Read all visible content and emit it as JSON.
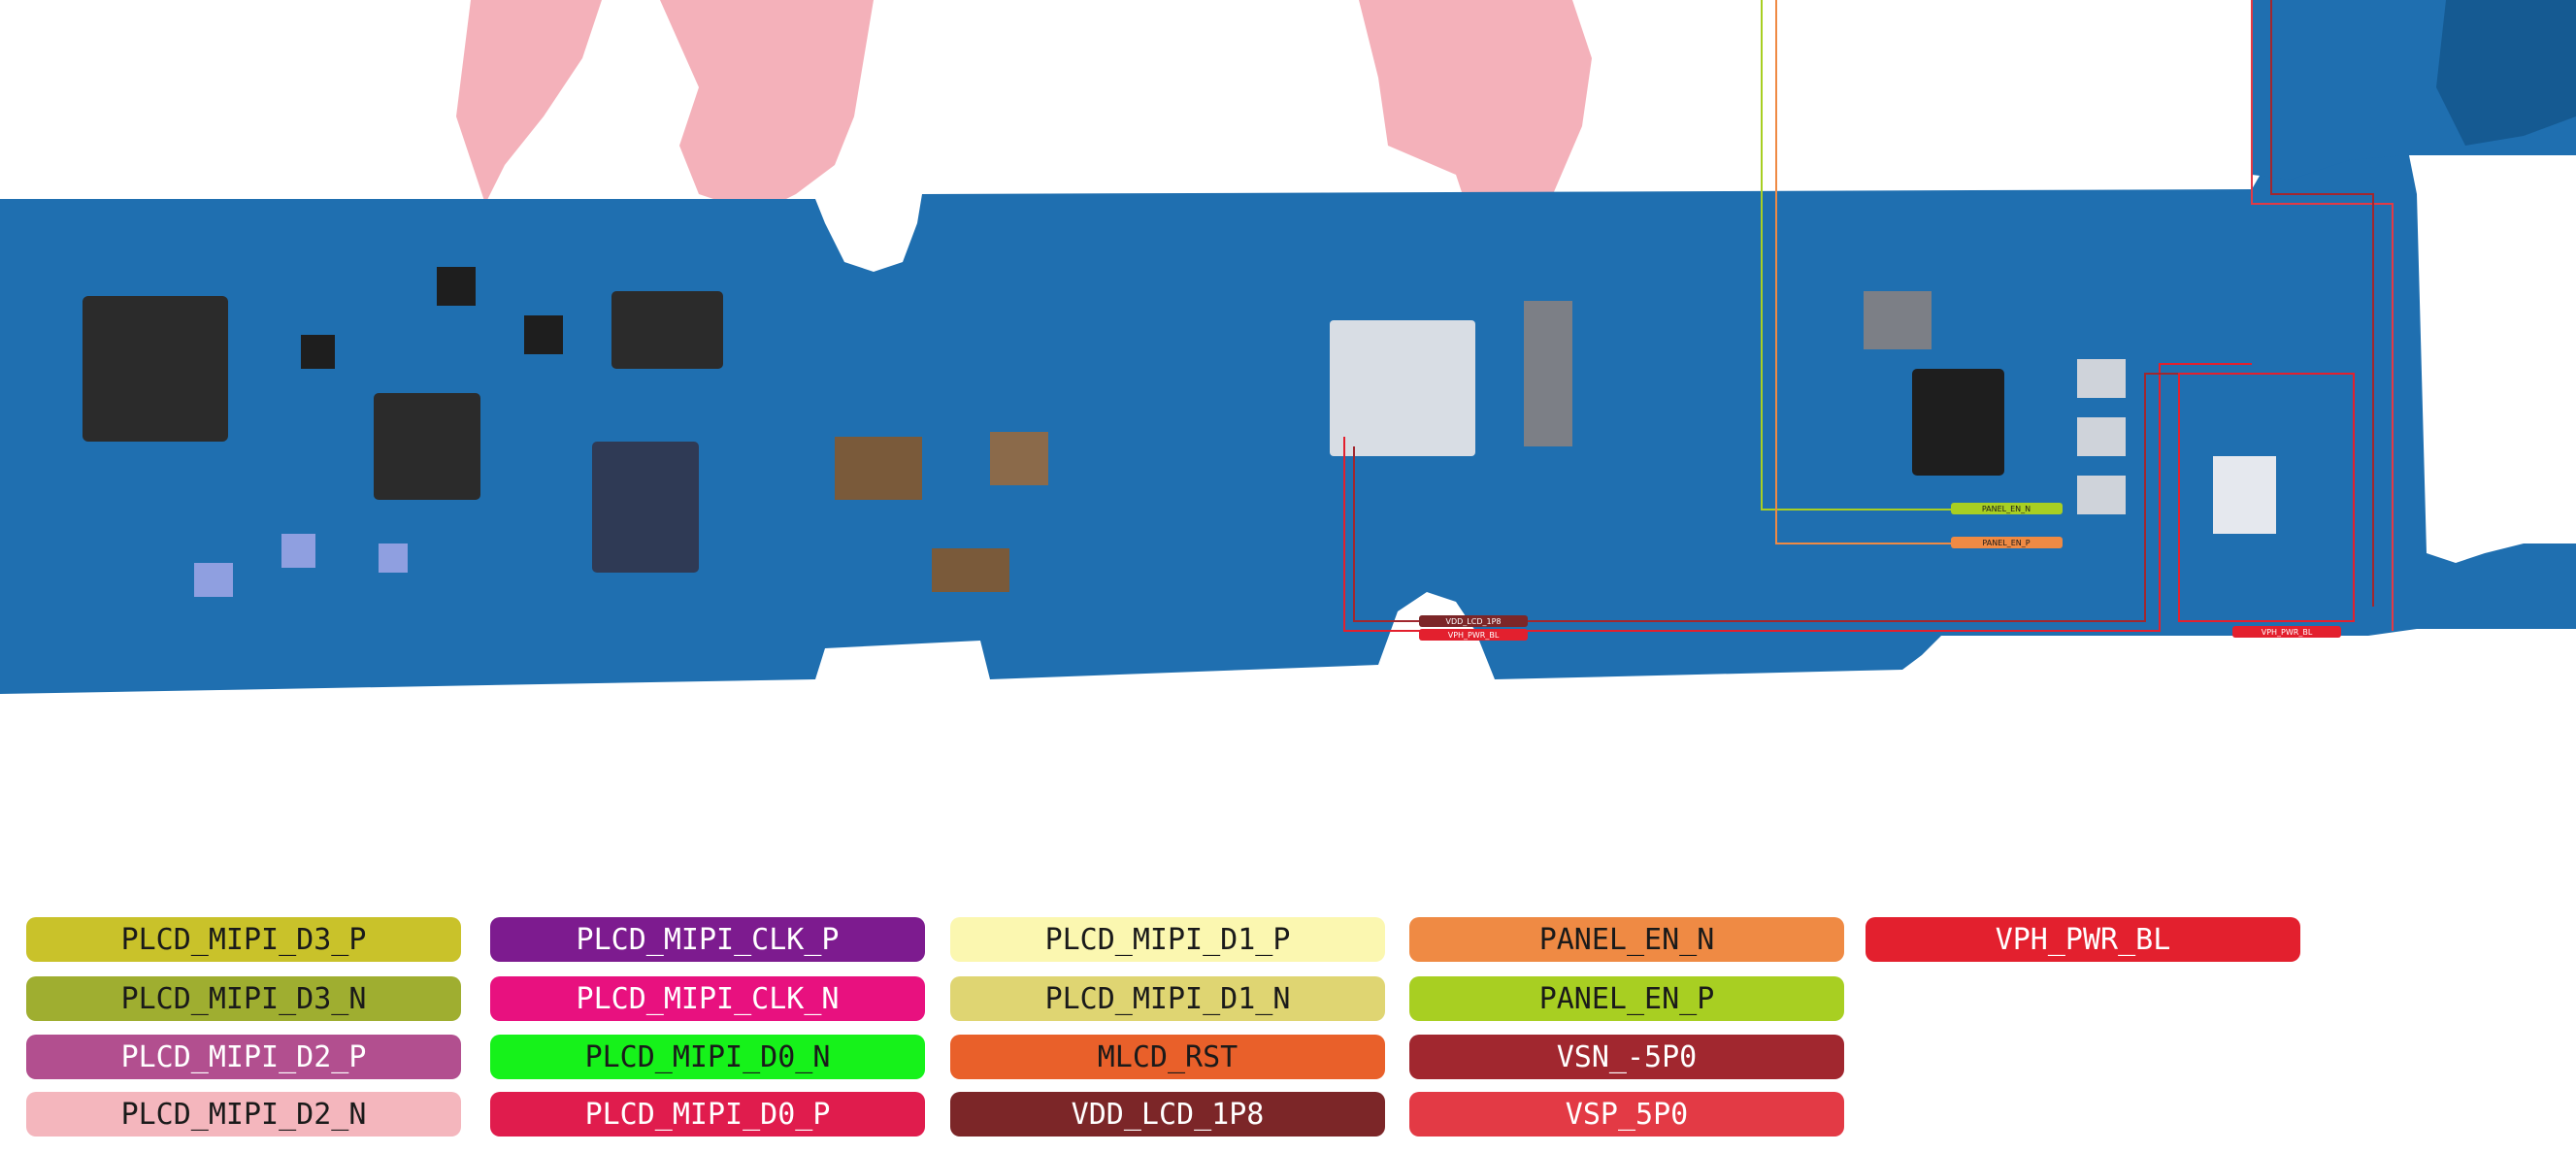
{
  "colors": {
    "pcb": "#1f6fb0",
    "pcb_dark": "#155a92",
    "watermark": "#f3a9b3",
    "white": "#ffffff"
  },
  "trace_labels": {
    "vdd_lcd_1p8": "VDD_LCD_1P8",
    "vph_pwr_bl_left": "VPH_PWR_BL",
    "vph_pwr_bl_right": "VPH_PWR_BL",
    "panel_en_n": "PANEL_EN_N",
    "panel_en_p": "PANEL_EN_P"
  },
  "legend": [
    {
      "label": "PLCD_MIPI_D3_P",
      "bg": "#c9c22a",
      "fg": "#1a1a1a"
    },
    {
      "label": "PLCD_MIPI_D3_N",
      "bg": "#9fae30",
      "fg": "#1a1a1a"
    },
    {
      "label": "PLCD_MIPI_D2_P",
      "bg": "#b24f8f",
      "fg": "#ffffff"
    },
    {
      "label": "PLCD_MIPI_D2_N",
      "bg": "#f4b6bd",
      "fg": "#1a1a1a"
    },
    {
      "label": "PLCD_MIPI_CLK_P",
      "bg": "#7d1b8f",
      "fg": "#ffffff"
    },
    {
      "label": "PLCD_MIPI_CLK_N",
      "bg": "#e8117f",
      "fg": "#ffffff"
    },
    {
      "label": "PLCD_MIPI_D0_N",
      "bg": "#16f21a",
      "fg": "#1a1a1a"
    },
    {
      "label": "PLCD_MIPI_D0_P",
      "bg": "#e01c4d",
      "fg": "#ffffff"
    },
    {
      "label": "PLCD_MIPI_D1_P",
      "bg": "#fbf7b0",
      "fg": "#1a1a1a"
    },
    {
      "label": "PLCD_MIPI_D1_N",
      "bg": "#dfd572",
      "fg": "#1a1a1a"
    },
    {
      "label": "MLCD_RST",
      "bg": "#e9602a",
      "fg": "#1a1a1a"
    },
    {
      "label": "VDD_LCD_1P8",
      "bg": "#7c2628",
      "fg": "#ffffff"
    },
    {
      "label": "PANEL_EN_N",
      "bg": "#ef8a44",
      "fg": "#1a1a1a"
    },
    {
      "label": "PANEL_EN_P",
      "bg": "#a8cf22",
      "fg": "#1a1a1a"
    },
    {
      "label": "VSN_-5P0",
      "bg": "#a1272f",
      "fg": "#ffffff"
    },
    {
      "label": "VSP_5P0",
      "bg": "#e33a45",
      "fg": "#ffffff"
    },
    {
      "label": "VPH_PWR_BL",
      "bg": "#e3202e",
      "fg": "#ffffff"
    }
  ]
}
